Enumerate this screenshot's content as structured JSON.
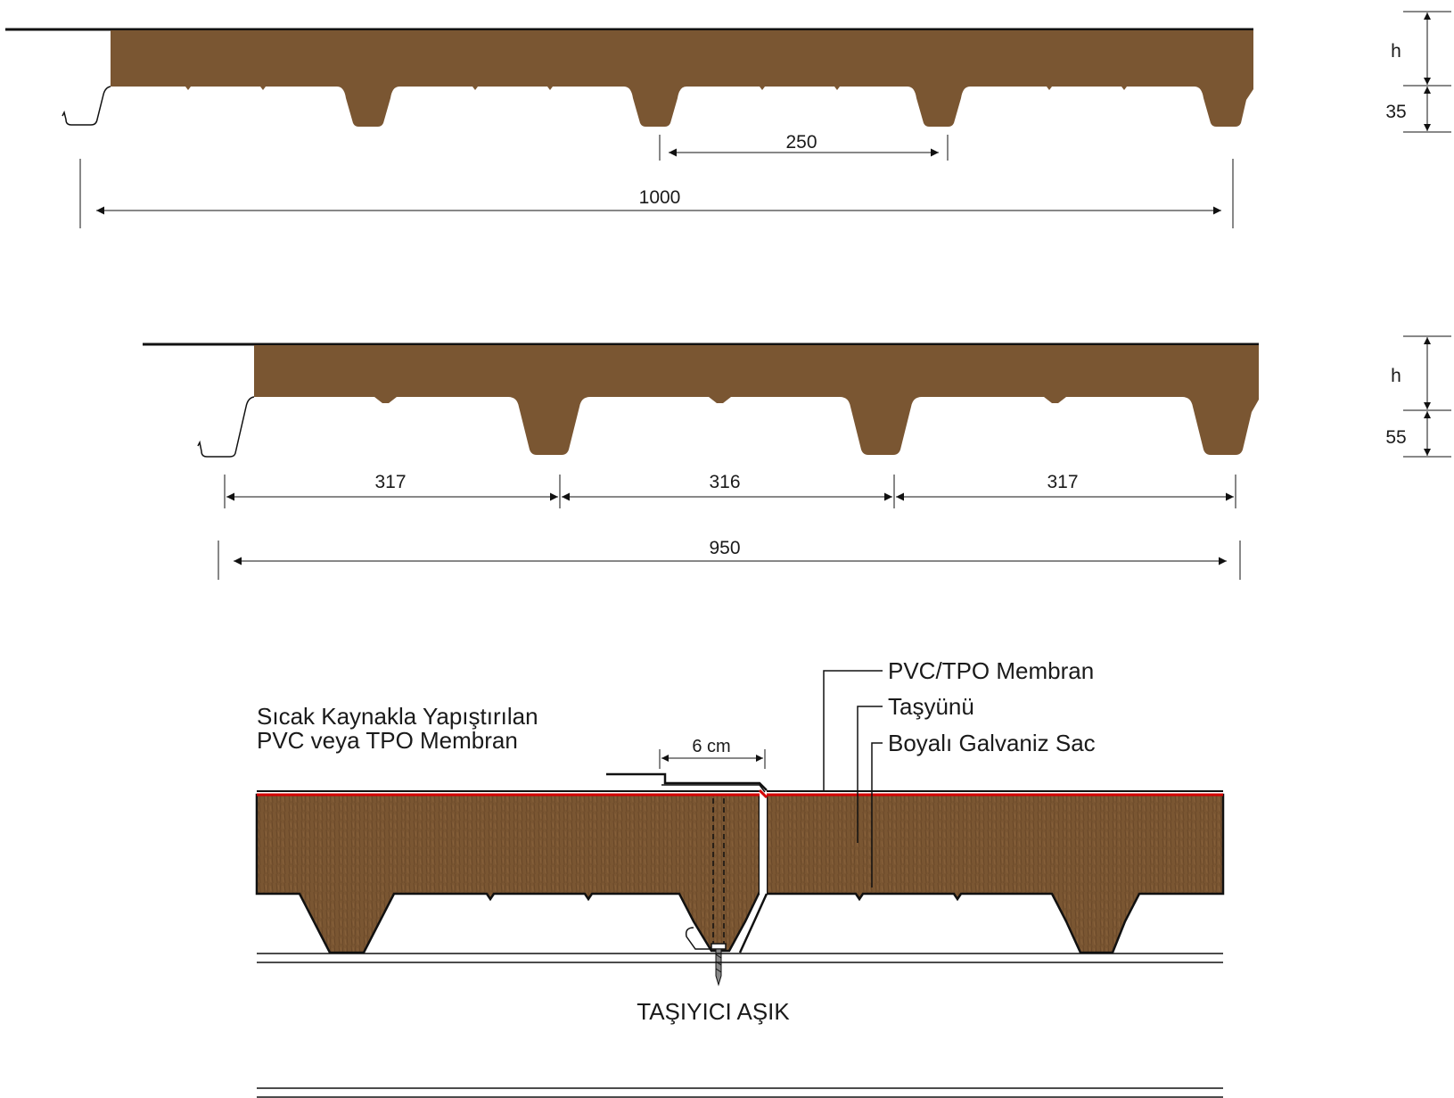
{
  "colors": {
    "panel_fill": "#7a5632",
    "membrane_red": "#d40000",
    "line": "#111111"
  },
  "panel_top": {
    "dims": {
      "h_label": "h",
      "rib_label": "35",
      "pitch_label": "250",
      "width_label": "1000"
    }
  },
  "panel_mid": {
    "dims": {
      "h_label": "h",
      "rib_label": "55",
      "seg1_label": "317",
      "seg2_label": "316",
      "seg3_label": "317",
      "width_label": "950"
    }
  },
  "section": {
    "label_hot_weld_line1": "Sıcak Kaynakla Yapıştırılan",
    "label_hot_weld_line2": "PVC veya TPO Membran",
    "label_overlap": "6 cm",
    "label_membrane": "PVC/TPO Membran",
    "label_wool": "Taşyünü",
    "label_sheet": "Boyalı Galvaniz Sac",
    "label_purlin": "TAŞIYICI AŞIK"
  }
}
